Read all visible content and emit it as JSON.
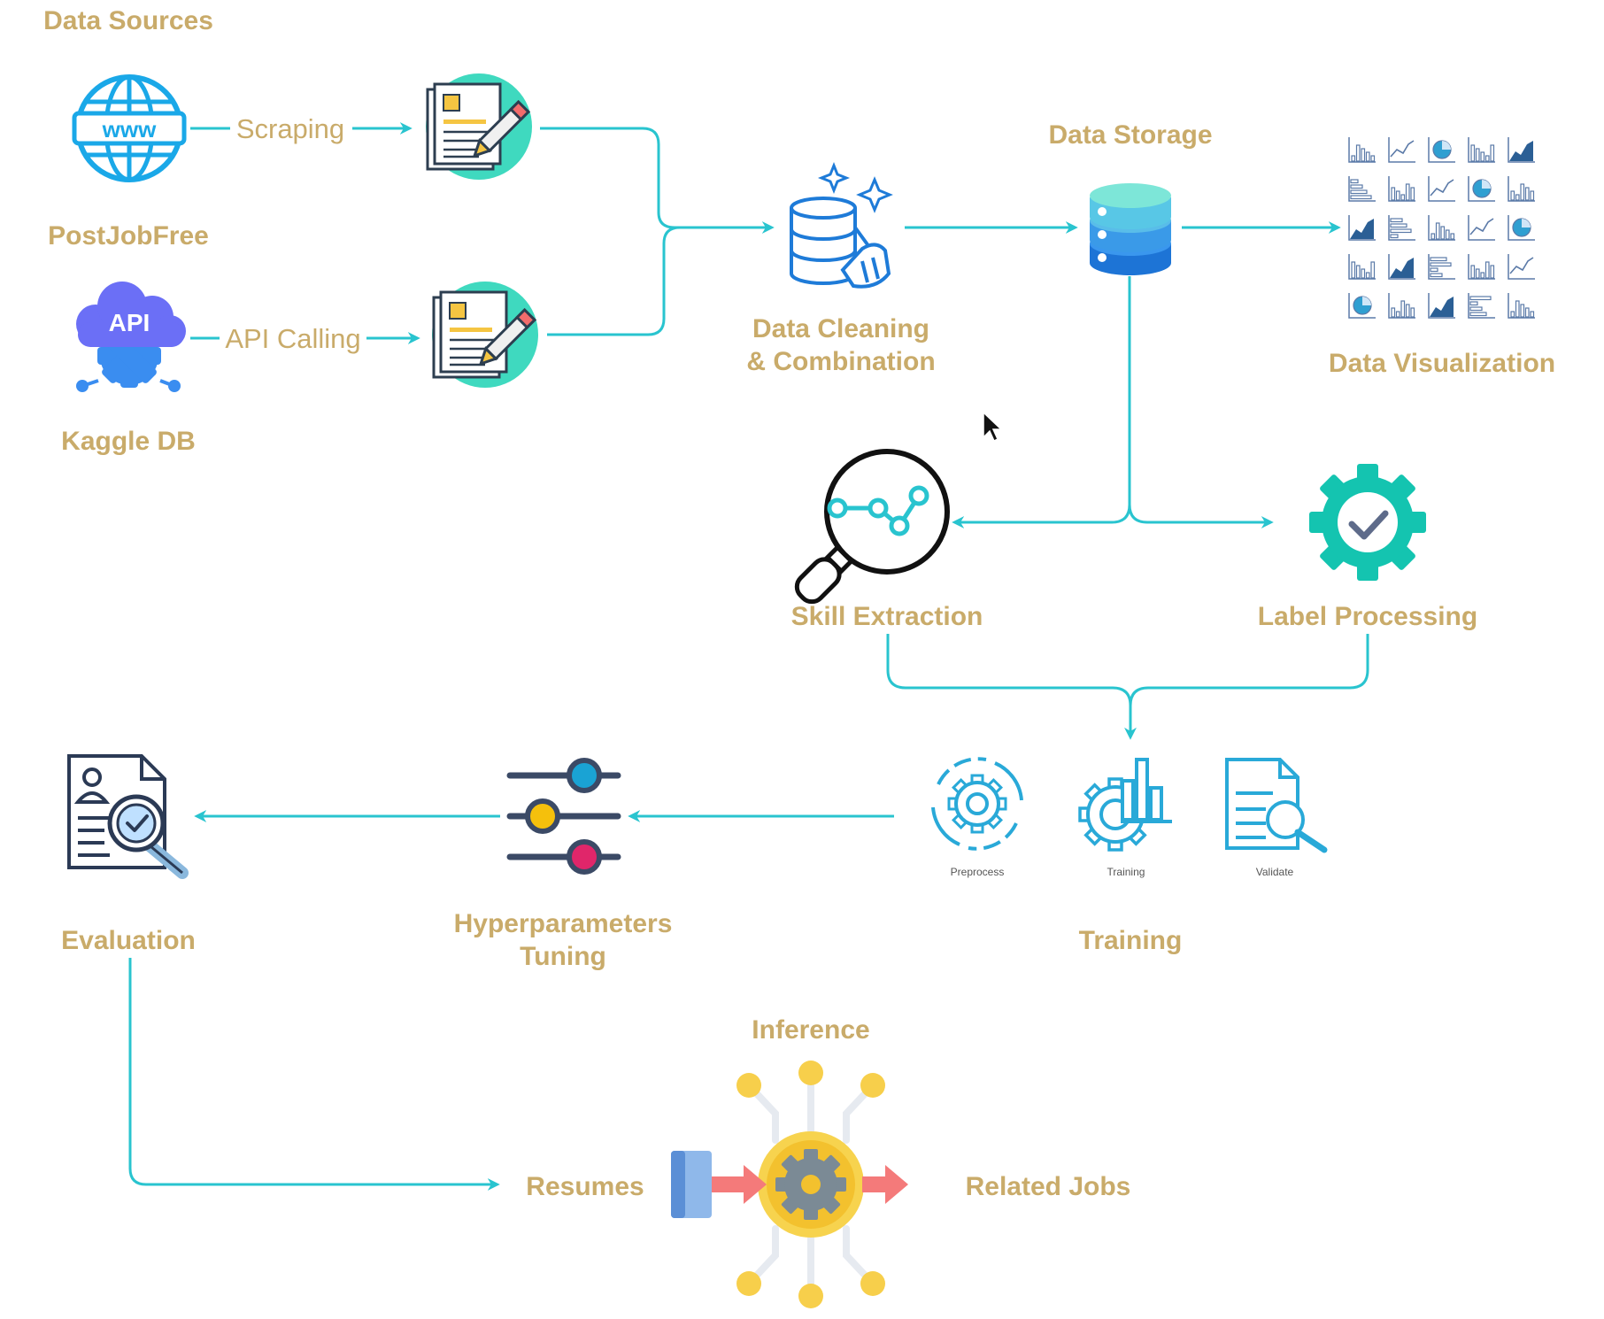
{
  "colors": {
    "label": "#c9ab6a",
    "flow": "#29c4cf",
    "accent_teal": "#14c4b0",
    "accent_blue": "#1e7bd8",
    "accent_yellow": "#f5c542",
    "accent_red": "#f26c6c"
  },
  "headings": {
    "data_sources": "Data Sources",
    "postjobfree": "PostJobFree",
    "kaggle": "Kaggle DB",
    "cleaning_line1": "Data Cleaning",
    "cleaning_line2": "& Combination",
    "storage": "Data Storage",
    "visualization": "Data Visualization",
    "skill_extraction": "Skill Extraction",
    "label_processing": "Label Processing",
    "training": "Training",
    "hyper_line1": "Hyperparameters",
    "hyper_line2": "Tuning",
    "evaluation": "Evaluation",
    "inference": "Inference",
    "resumes": "Resumes",
    "related_jobs": "Related Jobs"
  },
  "edge_labels": {
    "scraping": "Scraping",
    "api_calling": "API Calling"
  },
  "icon_text": {
    "www": "www",
    "api": "API"
  },
  "training_steps": [
    {
      "label": "Preprocess",
      "icon": "gear-cycle-icon"
    },
    {
      "label": "Training",
      "icon": "gear-chart-icon"
    },
    {
      "label": "Validate",
      "icon": "document-search-icon"
    }
  ],
  "icons": {
    "web": "globe-icon",
    "api": "api-cloud-icon",
    "document": "document-edit-icon",
    "cleaning": "database-broom-icon",
    "storage": "database-icon",
    "charts": "chart-grid-icon",
    "skill": "magnifier-graph-icon",
    "label": "gear-check-icon",
    "hyper": "sliders-icon",
    "evaluation": "document-evaluation-icon",
    "inference": "inference-gear-icon",
    "cursor": "mouse-cursor-icon"
  }
}
